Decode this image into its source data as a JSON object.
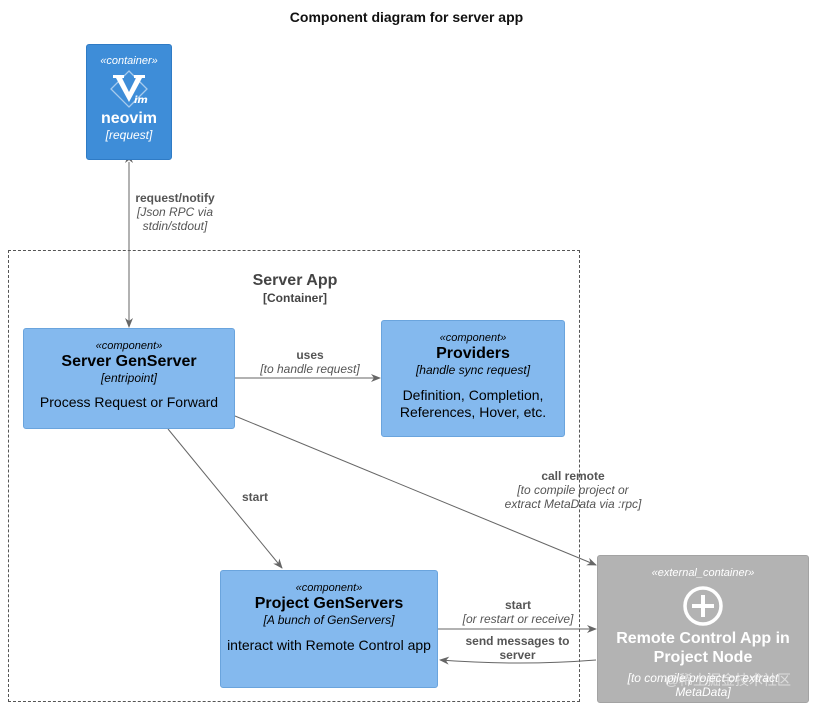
{
  "title": "Component diagram for server app",
  "boundary": {
    "name": "Server App",
    "type": "[Container]"
  },
  "nodes": {
    "neovim": {
      "stereotype": "«container»",
      "name": "neovim",
      "tech": "[request]",
      "icon": "vim-logo"
    },
    "server_genserver": {
      "stereotype": "«component»",
      "name": "Server GenServer",
      "tech": "[entripoint]",
      "desc": "Process Request or Forward"
    },
    "providers": {
      "stereotype": "«component»",
      "name": "Providers",
      "tech": "[handle sync request]",
      "desc": "Definition, Completion, References, Hover, etc."
    },
    "project_genservers": {
      "stereotype": "«component»",
      "name": "Project GenServers",
      "tech": "[A bunch of GenServers]",
      "desc": "interact with Remote Control app"
    },
    "remote_control": {
      "stereotype": "«external_container»",
      "name": "Remote Control App in Project Node",
      "tech": "[to compile project or extract MetaData]",
      "icon": "plus-circle"
    }
  },
  "edges": {
    "neovim_server": {
      "label": "request/notify",
      "tech": "[Json RPC via stdin/stdout]"
    },
    "server_providers": {
      "label": "uses",
      "tech": "[to handle request]"
    },
    "server_project": {
      "label": "start"
    },
    "server_remote": {
      "label": "call remote",
      "tech": "[to compile project or extract MetaData via :rpc]"
    },
    "project_remote": {
      "label": "start",
      "tech": "[or restart or receive]"
    },
    "remote_project": {
      "label": "send messages to server"
    }
  },
  "watermark": "@稀土掘金技术社区",
  "colors": {
    "component": "#84B9EE",
    "container": "#3E8DD8",
    "external": "#B3B3B3",
    "arrow": "#666666"
  }
}
